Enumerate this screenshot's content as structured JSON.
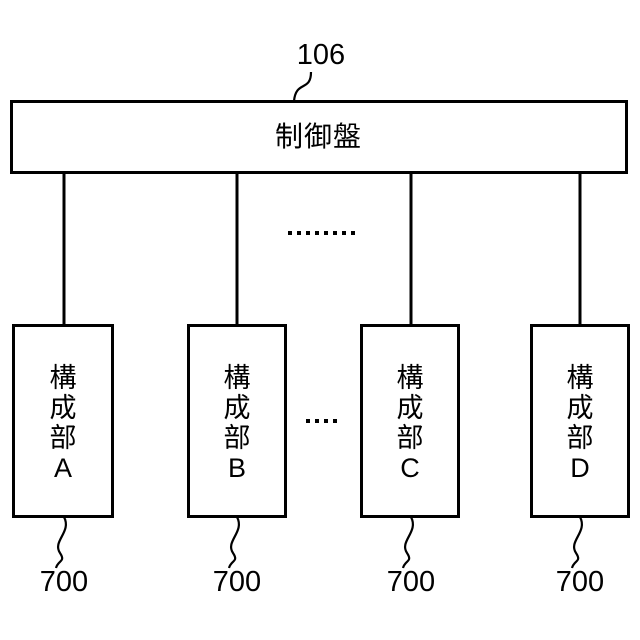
{
  "diagram": {
    "background_color": "#ffffff",
    "line_color": "#000000",
    "control_panel": {
      "label": "制御盤",
      "reference": "106"
    },
    "components": [
      {
        "label_lines": [
          "構",
          "成",
          "部",
          "A"
        ],
        "reference": "700"
      },
      {
        "label_lines": [
          "構",
          "成",
          "部",
          "B"
        ],
        "reference": "700"
      },
      {
        "label_lines": [
          "構",
          "成",
          "部",
          "C"
        ],
        "reference": "700"
      },
      {
        "label_lines": [
          "構",
          "成",
          "部",
          "D"
        ],
        "reference": "700"
      }
    ],
    "ellipsis": {
      "upper_dot_count": 8,
      "middle_dot_count": 4
    }
  }
}
